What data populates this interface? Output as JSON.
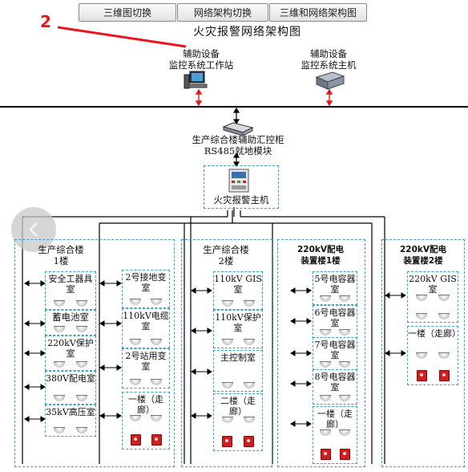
{
  "toolbar": {
    "tabs": [
      {
        "label": "三维图切换"
      },
      {
        "label": "网络架构切换"
      },
      {
        "label": "三维和网络架构图"
      }
    ]
  },
  "annotation": {
    "label": "2",
    "color": "#e8171f"
  },
  "diagram": {
    "title": "火灾报警网络架构图",
    "workstation": {
      "line1": "辅助设备",
      "line2": "监控系统工作站"
    },
    "host": {
      "line1": "辅助设备",
      "line2": "监控系统主机"
    },
    "switch": {
      "line1": "生产综合楼辅助汇控柜",
      "line2": "RS485就地模块"
    },
    "alarm_host": {
      "label": "火灾报警主机"
    },
    "buildings": [
      {
        "line1": "生产综合楼",
        "line2": "1楼",
        "rooms_left": [
          {
            "label": "安全工器具室"
          },
          {
            "label": "蓄电池室"
          },
          {
            "label": "220kV保护室"
          },
          {
            "label": "380V配电室"
          },
          {
            "label": "35kV高压室"
          }
        ],
        "rooms_right": [
          {
            "label": "2号接地变室"
          },
          {
            "label": "110kV电缆室"
          },
          {
            "label": "2号站用变室"
          },
          {
            "label": "一楼（走廊）"
          }
        ]
      },
      {
        "line1": "生产综合楼",
        "line2": "2楼",
        "rooms": [
          {
            "label": "110kV GIS室"
          },
          {
            "label": "110kV保护室"
          },
          {
            "label": "主控制室"
          },
          {
            "label": "二楼（走廊）"
          }
        ]
      },
      {
        "line1": "220kV配电",
        "line2": "装置楼1楼",
        "rooms": [
          {
            "label": "5号电容器室"
          },
          {
            "label": "6号电容器室"
          },
          {
            "label": "7号电容器室"
          },
          {
            "label": "8号电容器室"
          },
          {
            "label": "一楼（走廊）"
          }
        ]
      },
      {
        "line1": "220kV配电",
        "line2": "装置楼2楼",
        "rooms": [
          {
            "label": "220kV GIS室"
          },
          {
            "label": "一楼（走廊）"
          }
        ]
      }
    ]
  },
  "nav": {
    "back_icon": "chevron-left-icon"
  }
}
